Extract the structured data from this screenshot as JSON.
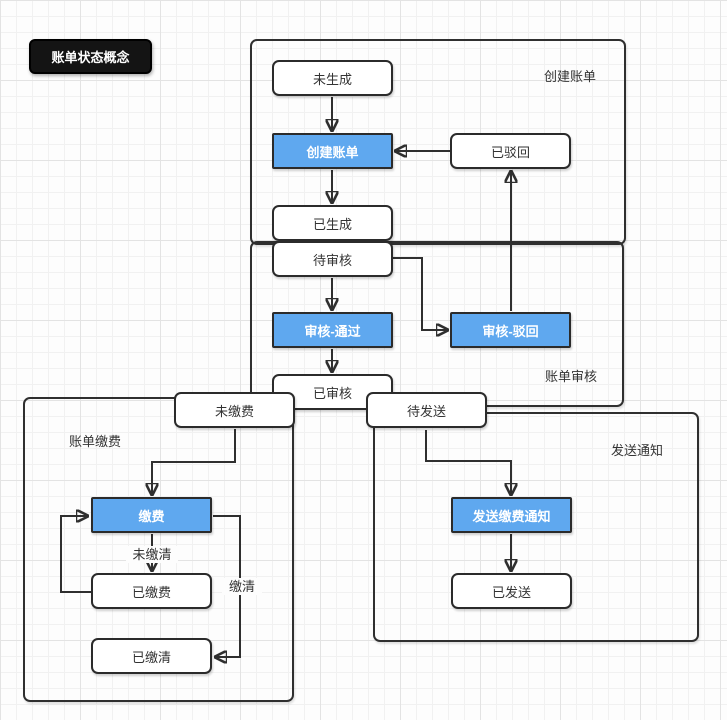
{
  "diagram_title": "账单状态概念",
  "groups": {
    "create": {
      "label": "创建账单"
    },
    "review": {
      "label": "账单审核"
    },
    "pay": {
      "label": "账单缴费"
    },
    "notify": {
      "label": "发送通知"
    }
  },
  "nodes": {
    "not_generated": {
      "label": "未生成",
      "type": "state"
    },
    "create_bill": {
      "label": "创建账单",
      "type": "action"
    },
    "rejected": {
      "label": "已驳回",
      "type": "state"
    },
    "generated": {
      "label": "已生成",
      "type": "state"
    },
    "pending_review": {
      "label": "待审核",
      "type": "state"
    },
    "review_pass": {
      "label": "审核-通过",
      "type": "action"
    },
    "review_reject": {
      "label": "审核-驳回",
      "type": "action"
    },
    "reviewed": {
      "label": "已审核",
      "type": "state"
    },
    "unpaid": {
      "label": "未缴费",
      "type": "state"
    },
    "pay_action": {
      "label": "缴费",
      "type": "action"
    },
    "paid": {
      "label": "已缴费",
      "type": "state"
    },
    "paid_off": {
      "label": "已缴清",
      "type": "state"
    },
    "pending_send": {
      "label": "待发送",
      "type": "state"
    },
    "send_payment_notice": {
      "label": "发送缴费通知",
      "type": "action"
    },
    "sent": {
      "label": "已发送",
      "type": "state"
    }
  },
  "edge_labels": {
    "not_cleared": {
      "label": "未缴清"
    },
    "cleared": {
      "label": "缴清"
    }
  },
  "colors": {
    "action_fill": "#5FA8EF",
    "action_text": "#ffffff",
    "line": "#2f2f2f",
    "node_text": "#333333",
    "title_bg": "#141414",
    "grid_minor": "#f1f1f1",
    "grid_major": "#e3e3e3"
  }
}
